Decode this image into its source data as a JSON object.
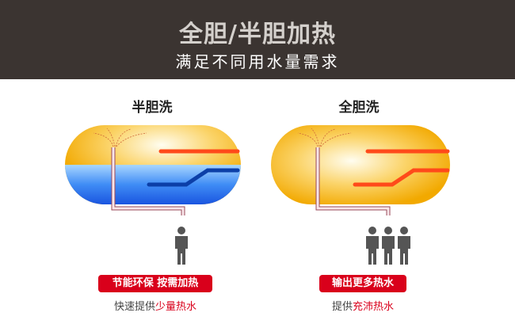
{
  "header": {
    "title": "全胆/半胆加热",
    "subtitle": "满足不同用水量需求"
  },
  "left": {
    "title": "半胆洗",
    "badge": "节能环保  按需加热",
    "caption_prefix": "快速提供",
    "caption_highlight": "少量热水"
  },
  "right": {
    "title": "全胆洗",
    "badge": "输出更多热水",
    "caption_prefix": "提供",
    "caption_highlight": "充沛热水"
  },
  "colors": {
    "header_bg": "#3b3431",
    "accent": "#d9001b",
    "hot": "#f5a800",
    "cold": "#1f5fe0"
  }
}
